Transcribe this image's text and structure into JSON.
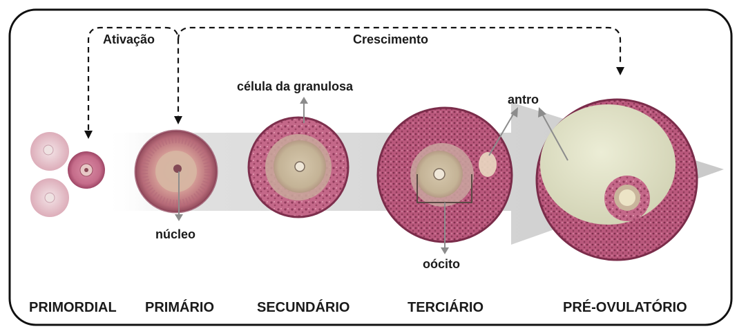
{
  "phases": {
    "activation": "Ativação",
    "growth": "Crescimento"
  },
  "stages": {
    "primordial": "PRIMORDIAL",
    "primary": "PRIMÁRIO",
    "secondary": "SECUNDÁRIO",
    "tertiary": "TERCIÁRIO",
    "preovulatory": "PRÉ-OVULATÓRIO"
  },
  "structures": {
    "granulosa": "célula da granulosa",
    "nucleus": "núcleo",
    "antrum": "antro",
    "oocyte": "oócito"
  },
  "colors": {
    "tissue_pink": "#c7728c",
    "tissue_dark": "#a24a66",
    "tissue_pale": "#e7c9d0",
    "oocyte_fill": "#c7bc9e",
    "antrum_fill": "#dfe0c3",
    "arrow_gray": "#d4d4d4",
    "frame": "#111111"
  }
}
